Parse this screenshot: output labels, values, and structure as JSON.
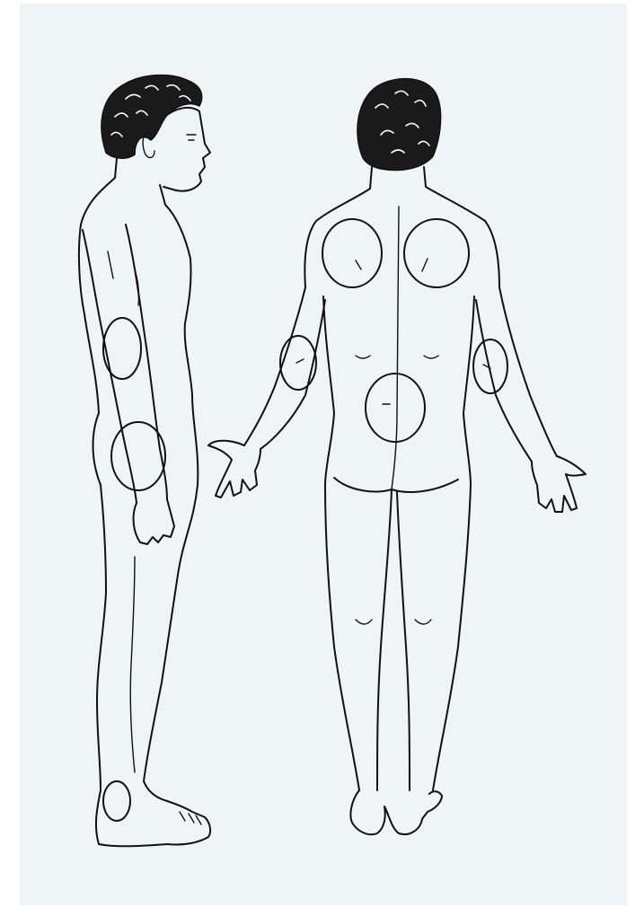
{
  "colors": {
    "background": "#ffffff",
    "panel": "#eff4f7",
    "ink": "#111111"
  },
  "figures": [
    {
      "view": "side",
      "marked_regions": [
        "upper-arm",
        "hip",
        "heel"
      ]
    },
    {
      "view": "back",
      "marked_regions": [
        "left-shoulder-blade",
        "right-shoulder-blade",
        "left-upper-arm",
        "right-upper-arm",
        "lower-back"
      ]
    }
  ]
}
